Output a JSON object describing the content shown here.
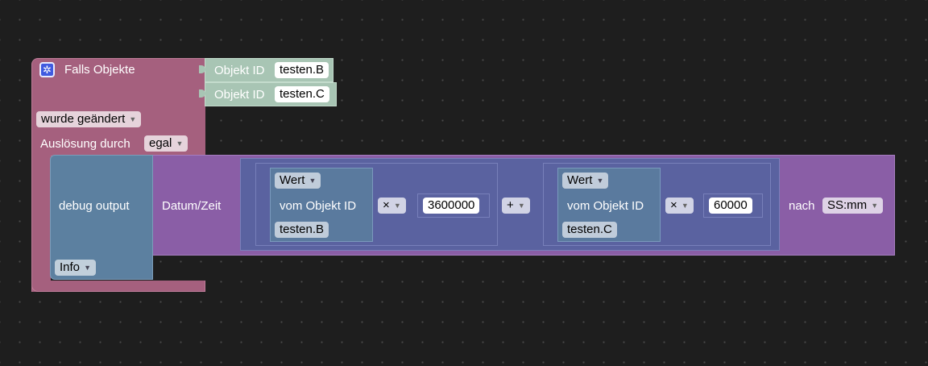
{
  "trigger": {
    "title": "Falls Objekte",
    "icon": "gear-icon",
    "objects": [
      {
        "label": "Objekt ID",
        "value": "testen.B"
      },
      {
        "label": "Objekt ID",
        "value": "testen.C"
      }
    ],
    "change_dropdown": "wurde geändert",
    "trigger_by_label": "Auslösung durch",
    "trigger_by_value": "egal"
  },
  "debug": {
    "label": "debug output",
    "level": "Info"
  },
  "datetime": {
    "label": "Datum/Zeit",
    "format_label": "nach",
    "format_value": "SS:mm"
  },
  "expr": {
    "plus_op": "+",
    "left": {
      "wert": "Wert",
      "vom_label": "vom Objekt ID",
      "object_id": "testen.B",
      "mult_op": "×",
      "multiplier": "3600000"
    },
    "right": {
      "wert": "Wert",
      "vom_label": "vom Objekt ID",
      "object_id": "testen.C",
      "mult_op": "×",
      "multiplier": "60000"
    }
  },
  "colors": {
    "background": "#1e1e1e",
    "event_block": "#a5607e",
    "object_block": "#a8c5b4",
    "debug_block": "#5c80a0",
    "datetime_block": "#8a5ea6",
    "math_block": "#5a62a0",
    "value_block": "#5a7a9e"
  }
}
